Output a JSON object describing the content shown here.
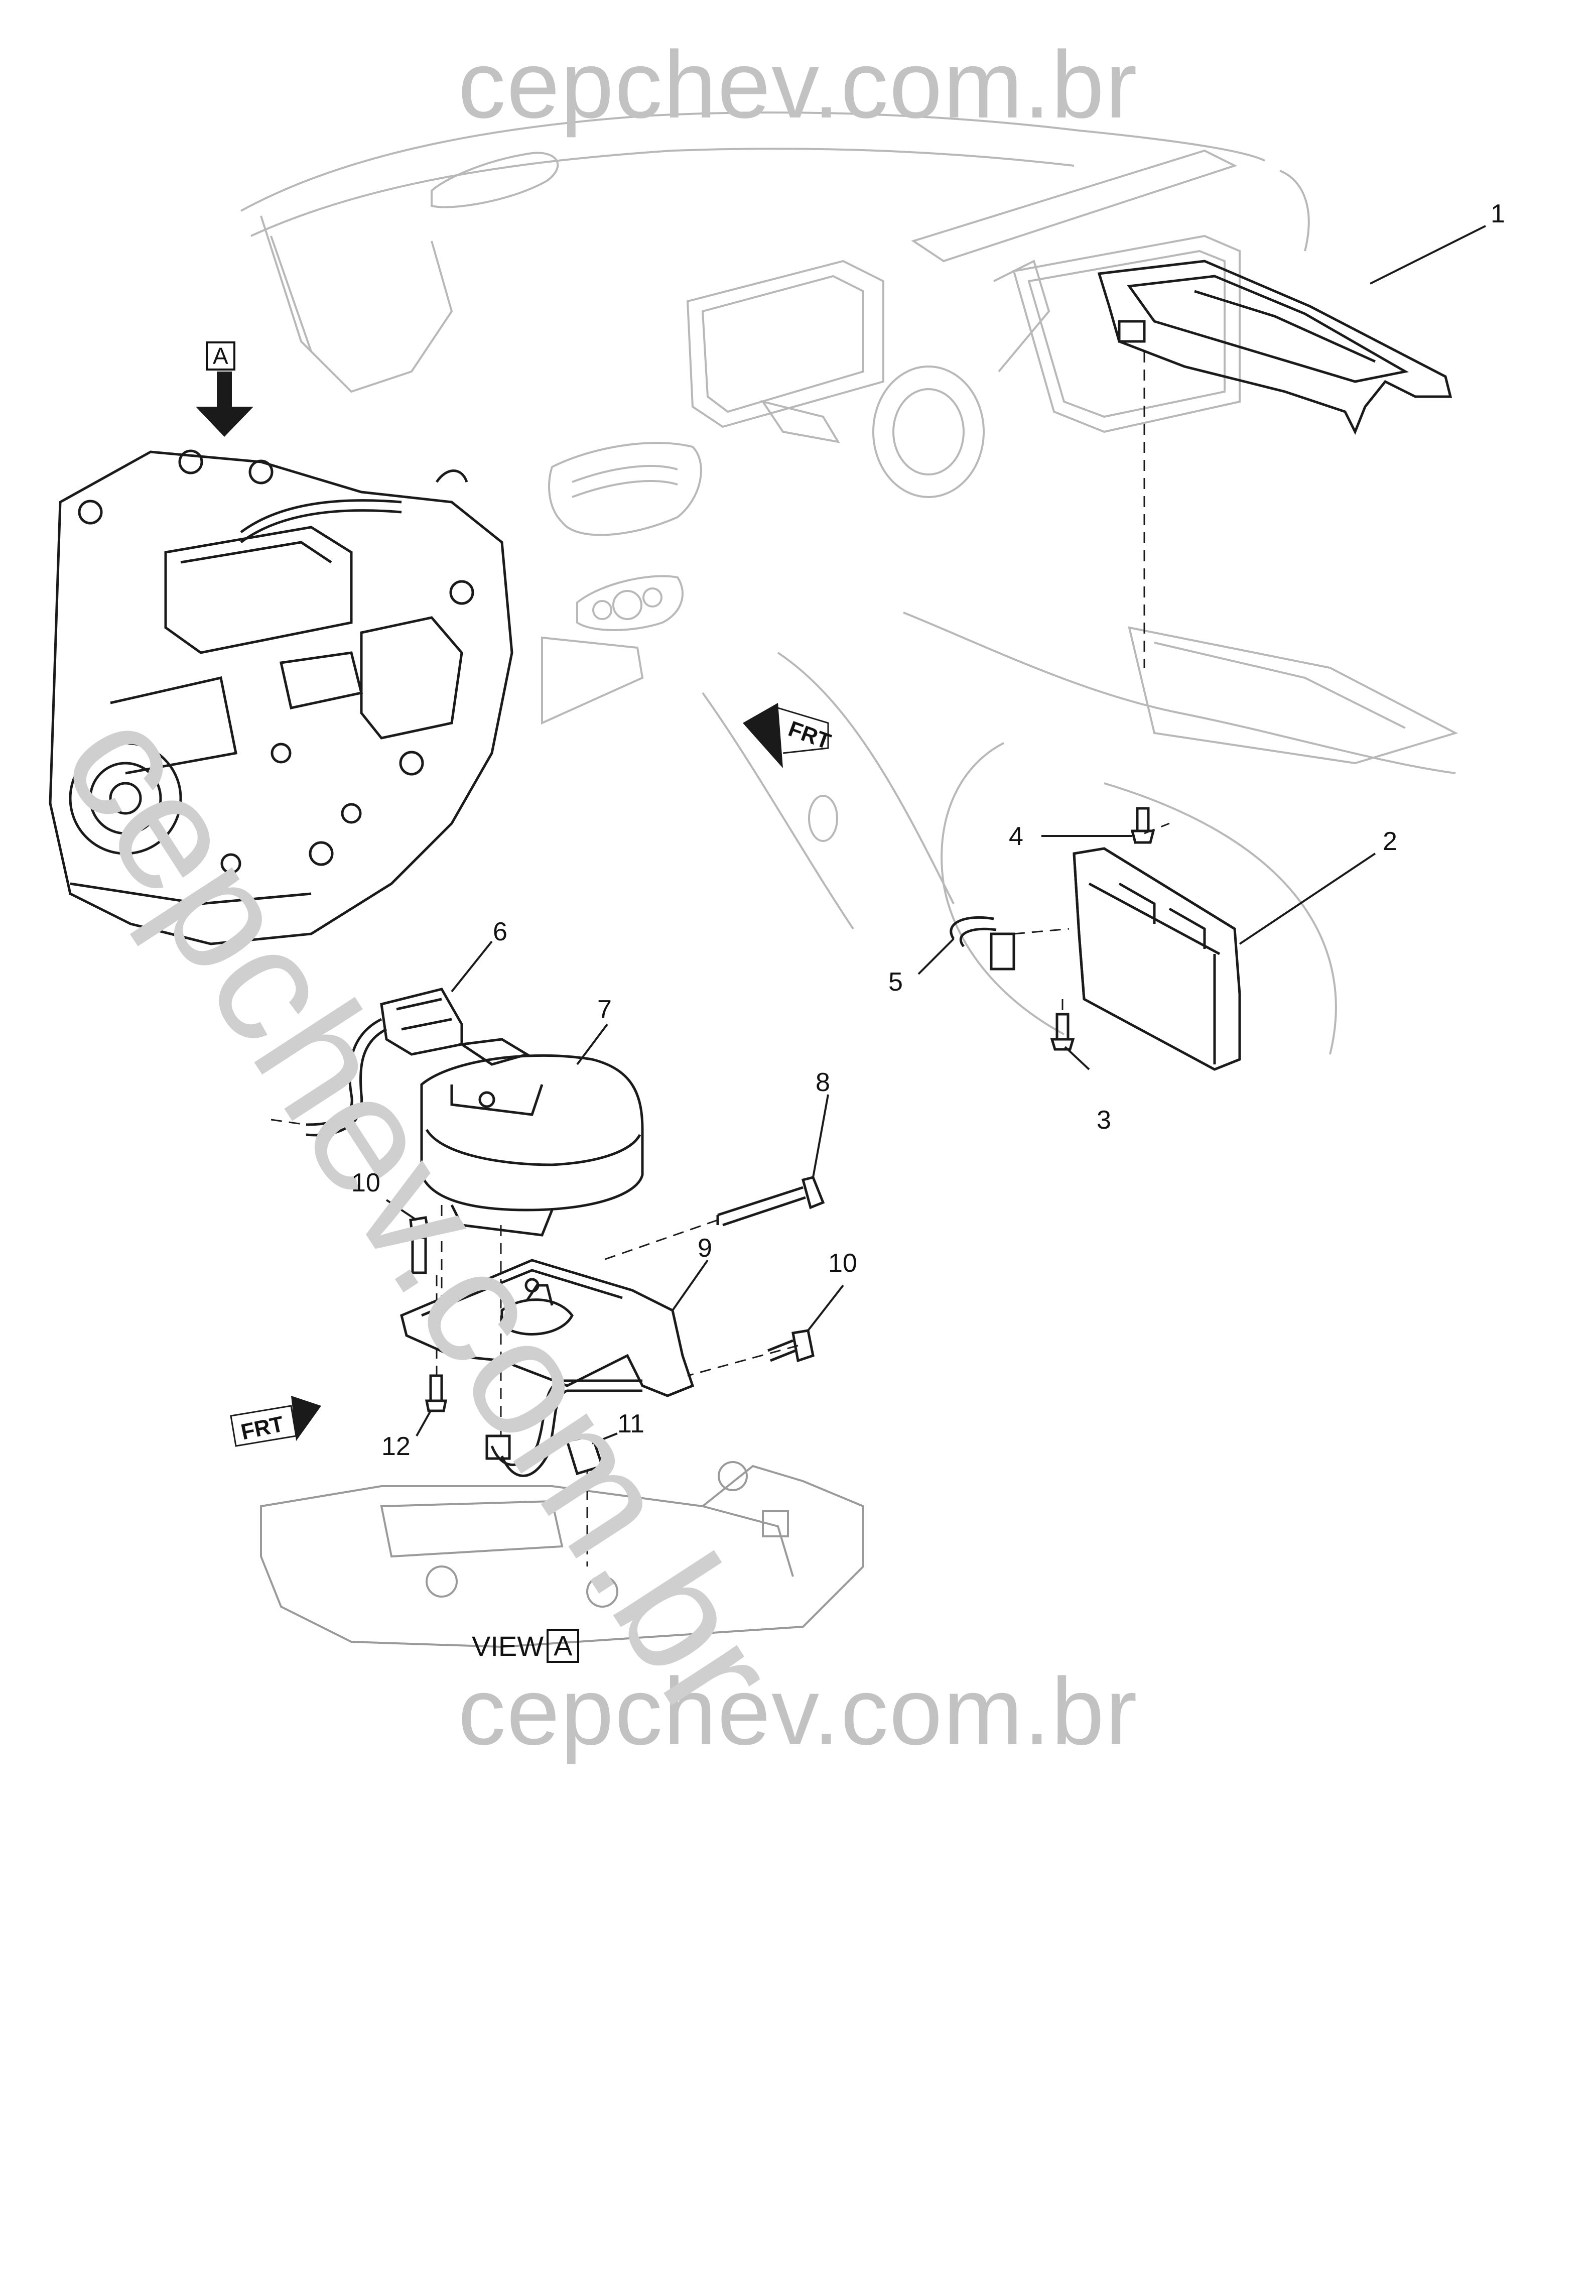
{
  "watermark": {
    "top": "cepchev.com.br",
    "bottom": "cepchev.com.br",
    "diagonal": "cepchev.com.br"
  },
  "view_marker": {
    "letter": "A"
  },
  "view_caption": {
    "prefix": "VIEW",
    "letter": "A"
  },
  "front_arrows": [
    {
      "label": "FRT"
    },
    {
      "label": "FRT"
    }
  ],
  "callouts": [
    {
      "number": "1"
    },
    {
      "number": "2"
    },
    {
      "number": "3"
    },
    {
      "number": "4"
    },
    {
      "number": "5"
    },
    {
      "number": "6"
    },
    {
      "number": "7"
    },
    {
      "number": "8"
    },
    {
      "number": "9"
    },
    {
      "number": "10"
    },
    {
      "number": "10"
    },
    {
      "number": "11"
    },
    {
      "number": "12"
    }
  ],
  "colors": {
    "line": "#1a1a1a",
    "ghost_line": "#b8b8b8",
    "watermark": "#c2c2c2",
    "background": "#ffffff"
  }
}
